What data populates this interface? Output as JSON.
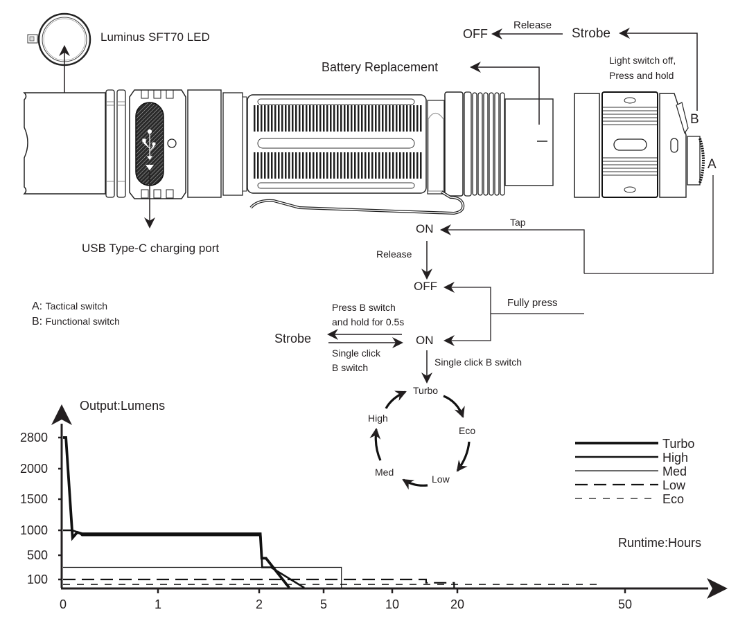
{
  "labels": {
    "led": "Luminus SFT70 LED",
    "usb": "USB Type-C charging port",
    "battery": "Battery Replacement",
    "switch_a_key": "A:",
    "switch_a_desc": "Tactical switch",
    "switch_b_key": "B:",
    "switch_b_desc": "Functional switch",
    "marker_a": "A",
    "marker_b": "B"
  },
  "flow": {
    "top_off": "OFF",
    "top_release": "Release",
    "top_strobe": "Strobe",
    "light_off_hold_1": "Light switch off,",
    "light_off_hold_2": "Press and hold",
    "on1": "ON",
    "tap": "Tap",
    "release": "Release",
    "off": "OFF",
    "fully_press": "Fully press",
    "press_b_1": "Press B switch",
    "press_b_2": "and hold for 0.5s",
    "strobe": "Strobe",
    "on2": "ON",
    "single_click_1": "Single click",
    "single_click_2": "B switch",
    "single_click_b": "Single click B switch"
  },
  "mode_cycle": [
    "Turbo",
    "Eco",
    "Low",
    "Med",
    "High"
  ],
  "chart_data": {
    "type": "line",
    "title": "",
    "ylabel": "Output:Lumens",
    "xlabel": "Runtime:Hours",
    "y_ticks": [
      2800,
      2000,
      1500,
      1000,
      500,
      100
    ],
    "x_ticks": [
      0,
      1,
      2,
      5,
      10,
      20,
      50
    ],
    "x_scale": "piecewise (non-linear)",
    "ylim": [
      0,
      2800
    ],
    "xlim": [
      0,
      50
    ],
    "grid": false,
    "legend_position": "right",
    "series": [
      {
        "name": "Turbo",
        "style": "thick-solid",
        "points": [
          [
            0,
            2800
          ],
          [
            0.03,
            2800
          ],
          [
            0.1,
            850
          ],
          [
            0.15,
            960
          ],
          [
            0.2,
            930
          ],
          [
            2.05,
            930
          ],
          [
            2.12,
            450
          ],
          [
            2.32,
            450
          ],
          [
            3.4,
            0
          ]
        ]
      },
      {
        "name": "High",
        "style": "solid",
        "points": [
          [
            0,
            1000
          ],
          [
            0.1,
            1000
          ],
          [
            0.17,
            950
          ],
          [
            0.2,
            900
          ],
          [
            2.07,
            900
          ],
          [
            2.14,
            300
          ],
          [
            2.55,
            300
          ],
          [
            4.1,
            0
          ]
        ]
      },
      {
        "name": "Med",
        "style": "thin-solid",
        "points": [
          [
            0,
            300
          ],
          [
            6.3,
            300
          ],
          [
            6.3,
            0
          ]
        ]
      },
      {
        "name": "Low",
        "style": "long-dash",
        "points": [
          [
            0,
            100
          ],
          [
            15.2,
            100
          ],
          [
            15.2,
            60
          ],
          [
            19.5,
            60
          ],
          [
            19.5,
            0
          ]
        ]
      },
      {
        "name": "Eco",
        "style": "short-dash",
        "points": [
          [
            0,
            40
          ],
          [
            45,
            40
          ],
          [
            45,
            0
          ]
        ]
      }
    ]
  }
}
